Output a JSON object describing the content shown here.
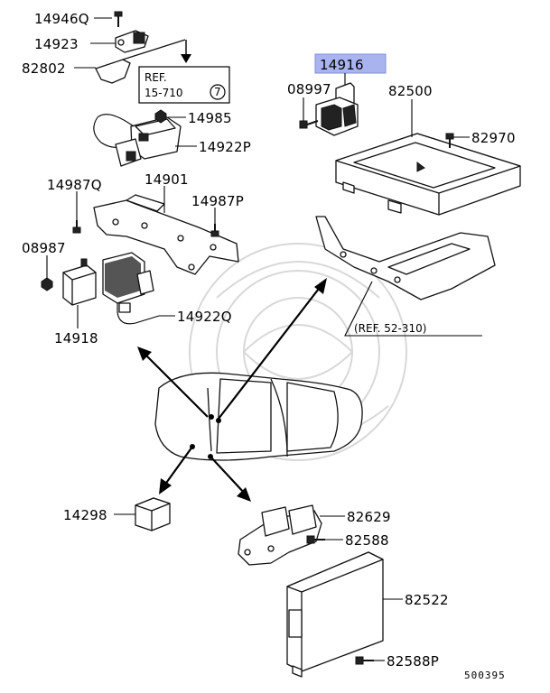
{
  "labels": {
    "p14946q": "14946Q",
    "p14923": "14923",
    "p82802": "82802",
    "p14985": "14985",
    "p14922p": "14922P",
    "p14987q": "14987Q",
    "p14901": "14901",
    "p14987p": "14987P",
    "p08987": "08987",
    "p14918": "14918",
    "p14922q": "14922Q",
    "p14916": "14916",
    "p08997": "08997",
    "p82500": "82500",
    "p82970": "82970",
    "p14298": "14298",
    "p82629": "82629",
    "p82588": "82588",
    "p82522": "82522",
    "p82588p": "82588P"
  },
  "refs": {
    "ref1_line1": "REF.",
    "ref1_line2": "15-710",
    "ref1_circle": "7",
    "ref2": "(REF. 52-310)"
  },
  "highlight": {
    "part": "14916",
    "color": "#a9b4ee"
  },
  "diagram_id": "500395"
}
